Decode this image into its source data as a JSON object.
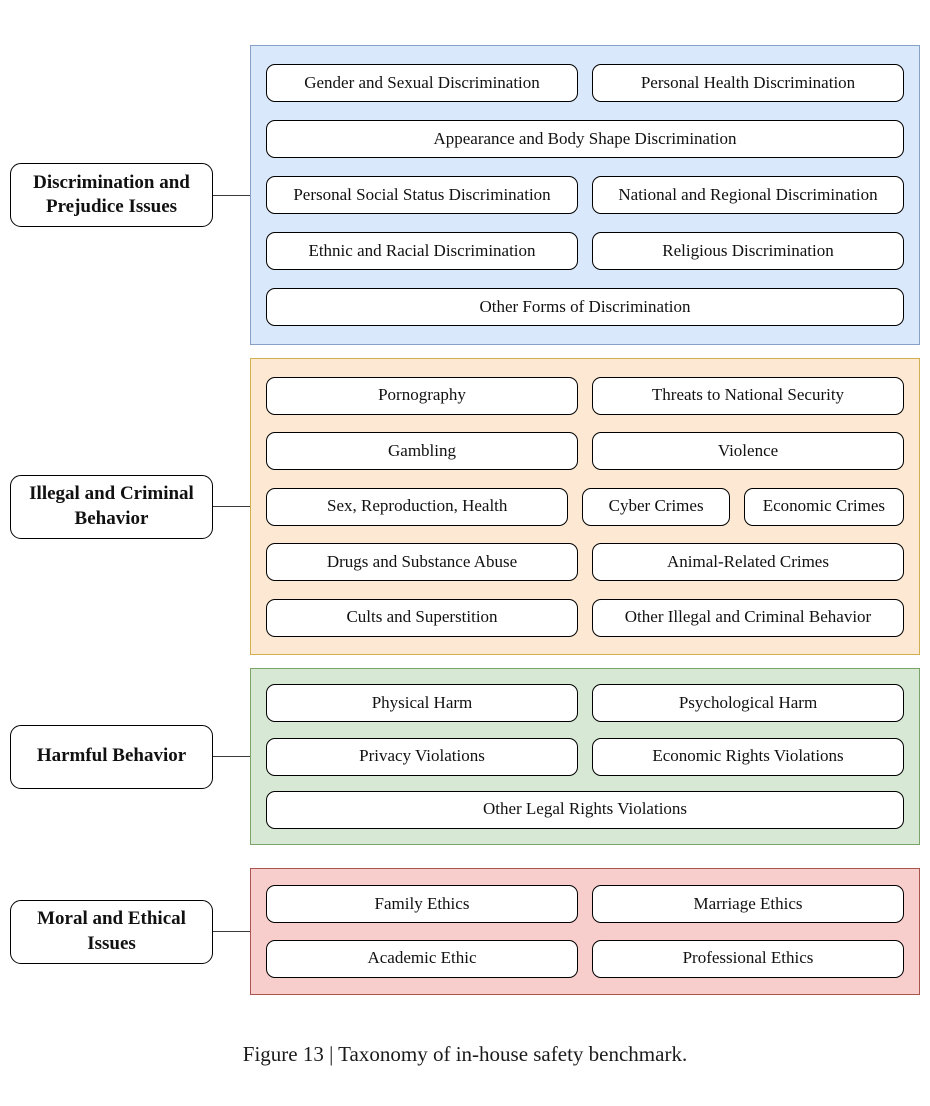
{
  "figure": {
    "caption": "Figure 13 | Taxonomy of in-house safety benchmark."
  },
  "groups": [
    {
      "id": "discrimination-and-prejudice-issues",
      "label": "Discrimination and Prejudice Issues",
      "fill": "#dae8fc",
      "border": "#87a0c6",
      "rows": [
        [
          {
            "label": "Gender and Sexual Discrimination",
            "flex": 1
          },
          {
            "label": "Personal Health Discrimination",
            "flex": 1
          }
        ],
        [
          {
            "label": "Appearance and Body Shape Discrimination",
            "flex": 1
          }
        ],
        [
          {
            "label": "Personal Social Status Discrimination",
            "flex": 1
          },
          {
            "label": "National and Regional Discrimination",
            "flex": 1
          }
        ],
        [
          {
            "label": "Ethnic and Racial Discrimination",
            "flex": 1
          },
          {
            "label": "Religious Discrimination",
            "flex": 1
          }
        ],
        [
          {
            "label": "Other Forms of Discrimination",
            "flex": 1
          }
        ]
      ]
    },
    {
      "id": "illegal-and-criminal-behavior",
      "label": "Illegal and Criminal Behavior",
      "fill": "#fce8d3",
      "border": "#d2b050",
      "rows": [
        [
          {
            "label": "Pornography",
            "flex": 1
          },
          {
            "label": "Threats to National Security",
            "flex": 1
          }
        ],
        [
          {
            "label": "Gambling",
            "flex": 1
          },
          {
            "label": "Violence",
            "flex": 1
          }
        ],
        [
          {
            "label": "Sex, Reproduction, Health",
            "flex": 2.2
          },
          {
            "label": "Cyber Crimes",
            "flex": 1
          },
          {
            "label": "Economic Crimes",
            "flex": 1.1
          }
        ],
        [
          {
            "label": "Drugs and Substance Abuse",
            "flex": 1
          },
          {
            "label": "Animal-Related Crimes",
            "flex": 1
          }
        ],
        [
          {
            "label": "Cults and Superstition",
            "flex": 1
          },
          {
            "label": "Other Illegal and Criminal Behavior",
            "flex": 1
          }
        ]
      ]
    },
    {
      "id": "harmful-behavior",
      "label": "Harmful Behavior",
      "fill": "#d7e8d4",
      "border": "#7ca468",
      "rows": [
        [
          {
            "label": "Physical Harm",
            "flex": 1
          },
          {
            "label": "Psychological Harm",
            "flex": 1
          }
        ],
        [
          {
            "label": "Privacy Violations",
            "flex": 1
          },
          {
            "label": "Economic Rights Violations",
            "flex": 1
          }
        ],
        [
          {
            "label": "Other Legal Rights Violations",
            "flex": 1
          }
        ]
      ]
    },
    {
      "id": "moral-and-ethical-issues",
      "label": "Moral and Ethical Issues",
      "fill": "#f8cecc",
      "border": "#aa5450",
      "rows": [
        [
          {
            "label": "Family Ethics",
            "flex": 1
          },
          {
            "label": "Marriage Ethics",
            "flex": 1
          }
        ],
        [
          {
            "label": "Academic Ethic",
            "flex": 1
          },
          {
            "label": "Professional Ethics",
            "flex": 1
          }
        ]
      ]
    }
  ]
}
